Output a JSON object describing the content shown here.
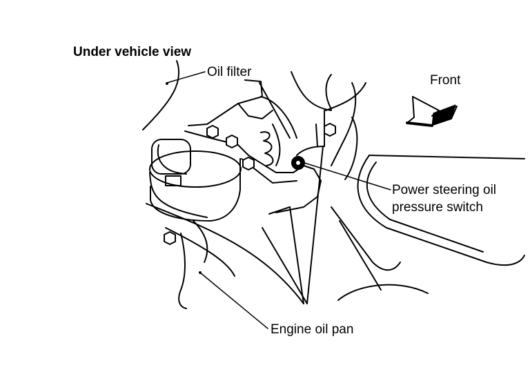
{
  "diagram": {
    "view_title": "Under vehicle view",
    "labels": {
      "oil_filter": "Oil filter",
      "front": "Front",
      "ps_switch_line1": "Power steering oil",
      "ps_switch_line2": "pressure switch",
      "engine_oil_pan": "Engine oil pan"
    }
  }
}
